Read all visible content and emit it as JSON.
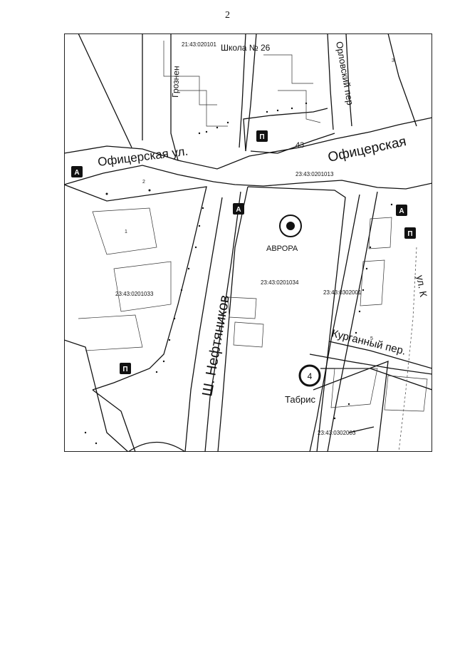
{
  "page_number": "2",
  "map": {
    "streets": {
      "officerskaya_left": "Офицерская ул.",
      "officerskaya_right": "Офицерская",
      "orlovsky": "Орловский пер",
      "groznenskaya": "Грознен",
      "neftyanikov": "Ш. Нефтяников",
      "kurgannyi": "Курганный пер.",
      "ul_k": "ул. К"
    },
    "places": {
      "school": "Школа № 26",
      "avrora": "АВРОРА",
      "tabris": "Табрис",
      "building_43": "43"
    },
    "cadastral": {
      "top": "21:43:020101",
      "q1013": "23:43:0201013",
      "q1033": "23:43:0201033",
      "q1034": "23:43:0201034",
      "q2001": "23:43:0302001",
      "q2003": "23:43:0302003"
    },
    "map_symbols": {
      "bus_stop": "А",
      "marker": "П",
      "num_1": "1",
      "num_2": "2",
      "num_3": "3",
      "num_4": "4",
      "num_5": "5"
    },
    "colors": {
      "ink": "#111111",
      "paper": "#ffffff"
    }
  }
}
